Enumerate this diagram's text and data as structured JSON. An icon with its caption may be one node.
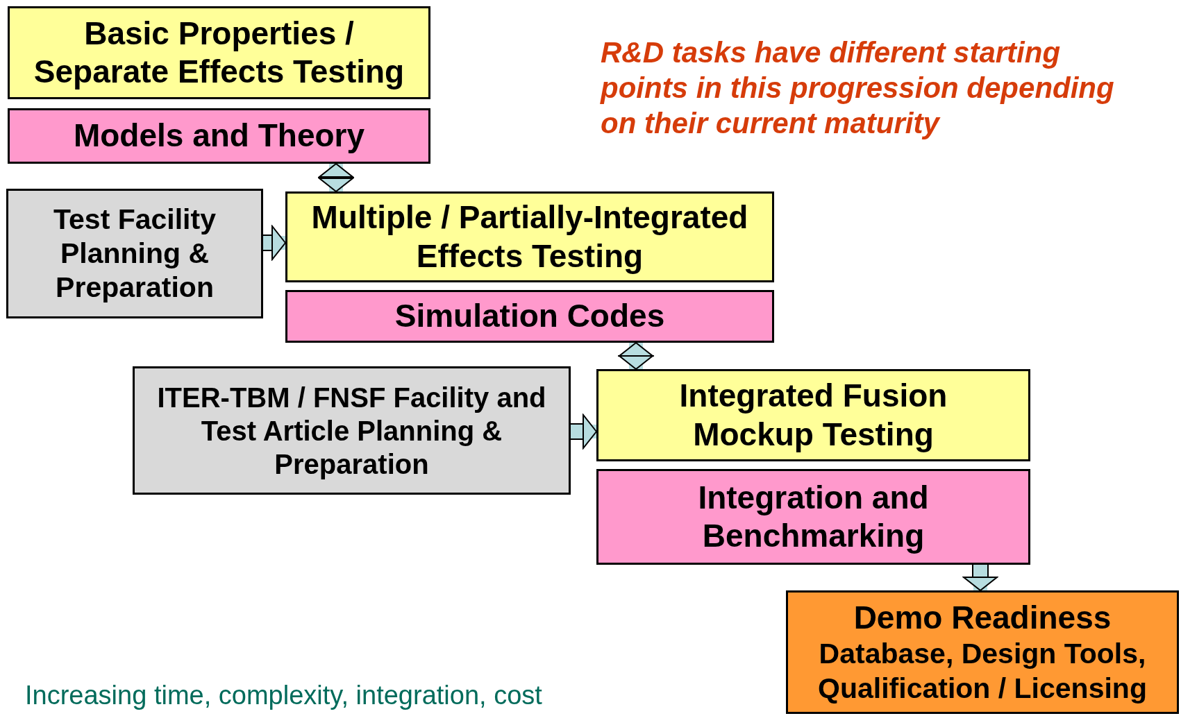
{
  "diagram": {
    "nodes": [
      {
        "text": [
          "Basic Properties / Separate Effects Testing"
        ]
      },
      {
        "text": [
          "Models and Theory"
        ]
      },
      {
        "text": [
          "Test Facility Planning & Preparation"
        ]
      },
      {
        "text": [
          "Multiple / Partially-Integrated Effects Testing"
        ]
      },
      {
        "text": [
          "Simulation Codes"
        ]
      },
      {
        "text": [
          "ITER-TBM / FNSF Facility and Test Article Planning & Preparation"
        ]
      },
      {
        "text": [
          "Integrated Fusion Mockup Testing"
        ]
      },
      {
        "text": [
          "Integration and Benchmarking"
        ]
      },
      {
        "text": [
          "Demo Readiness",
          "Database, Design Tools, Qualification / Licensing"
        ]
      }
    ],
    "edges": [
      {
        "from": 1,
        "to": 3,
        "arrow": "both"
      },
      {
        "from": 2,
        "to": 3,
        "arrow": "to"
      },
      {
        "from": 4,
        "to": 6,
        "arrow": "both"
      },
      {
        "from": 5,
        "to": 6,
        "arrow": "to"
      },
      {
        "from": 7,
        "to": 8,
        "arrow": "to"
      }
    ],
    "labels": [
      "R&D tasks have different starting points in this progression depending on their current maturity",
      "Increasing time, complexity, integration, cost"
    ]
  }
}
